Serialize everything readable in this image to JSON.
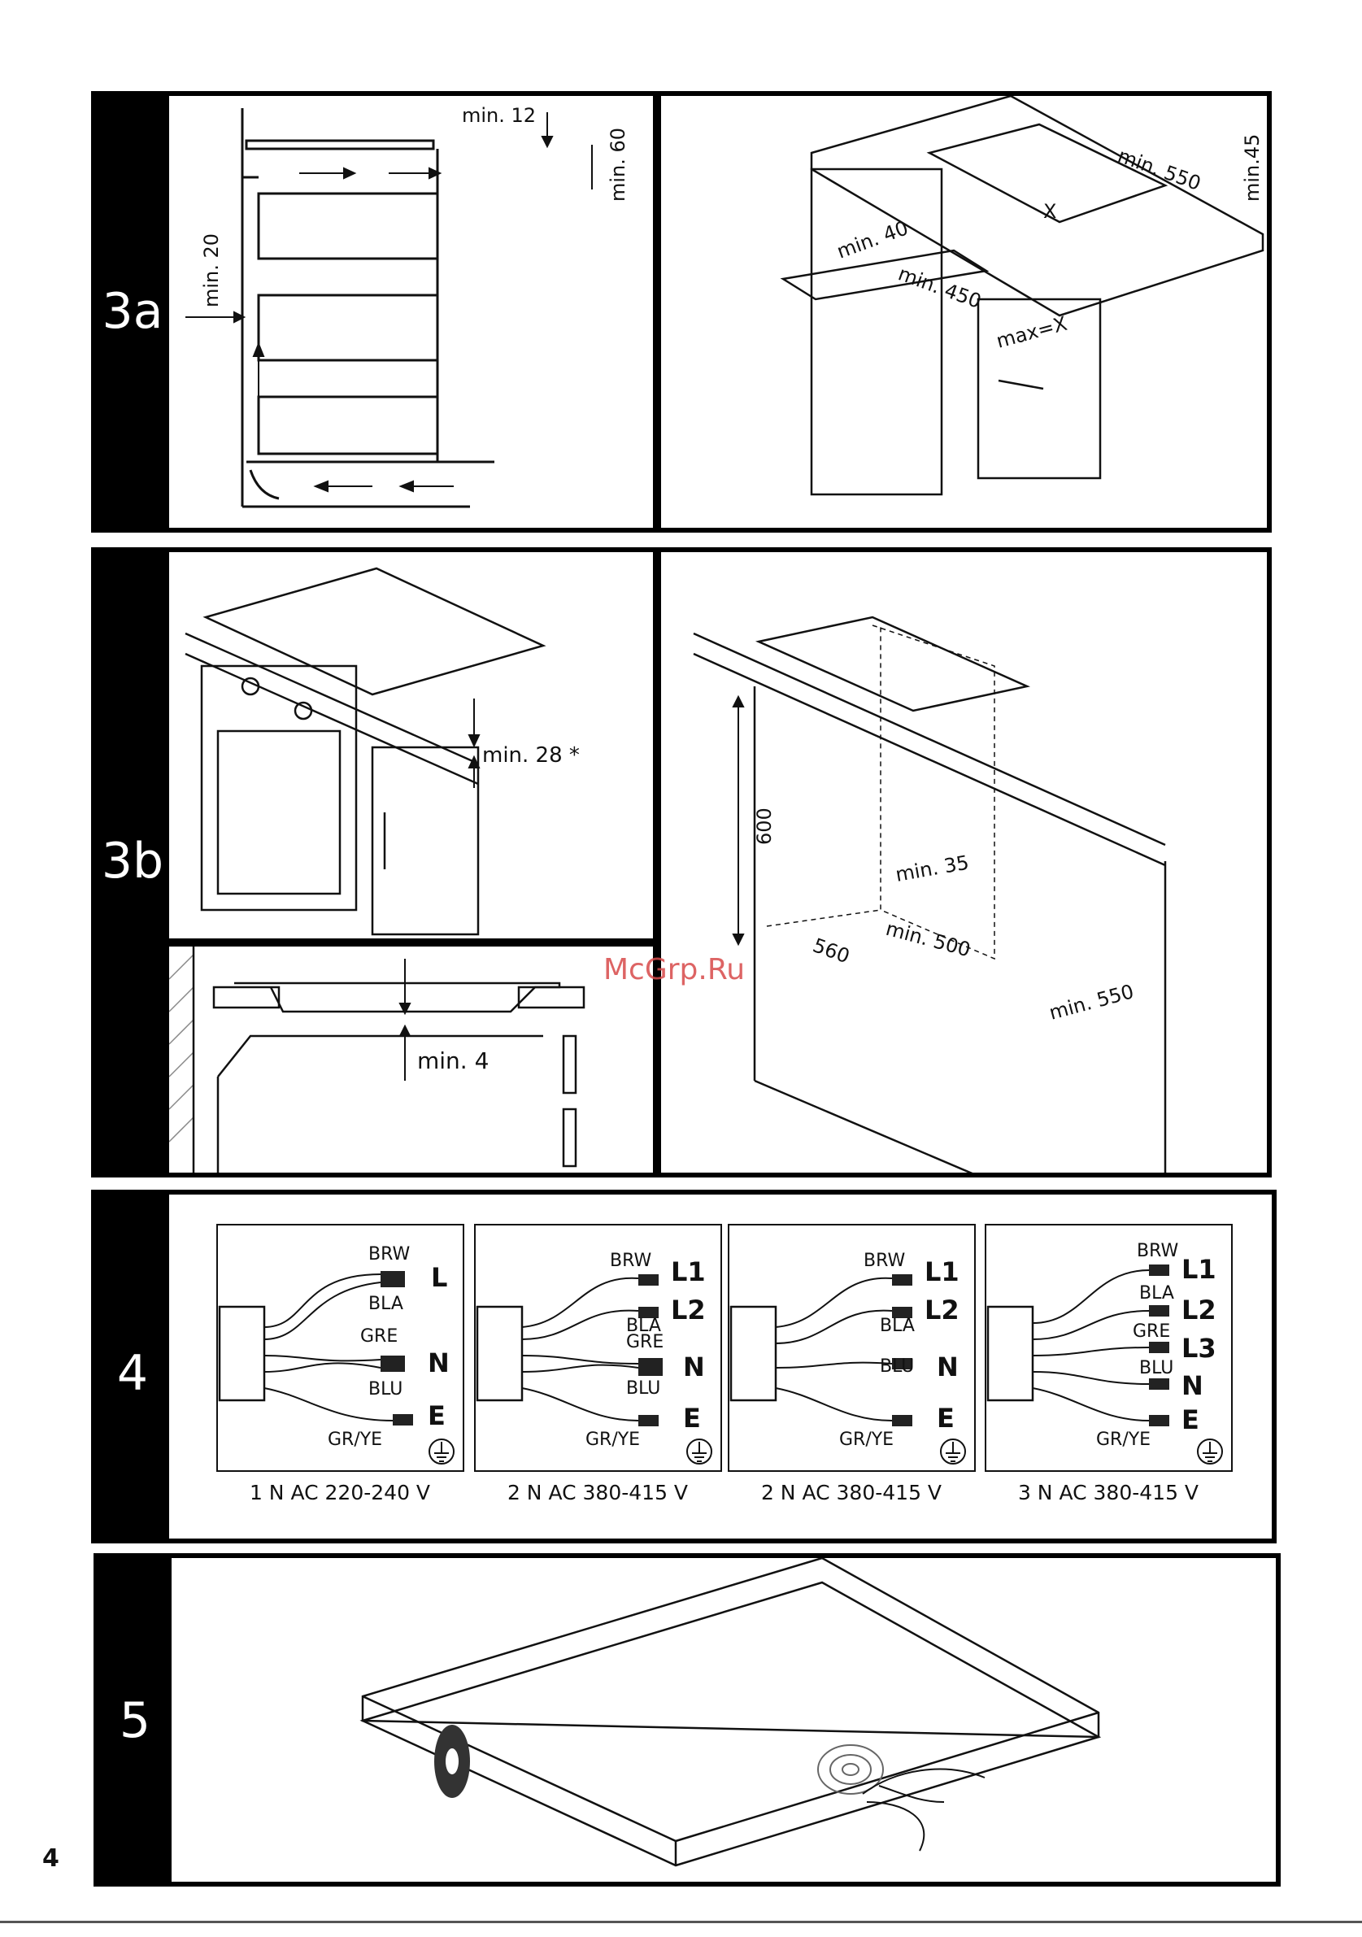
{
  "page_number": "4",
  "watermark": "McGrp.Ru",
  "sections": {
    "s3a": {
      "label": "3a",
      "left_panel": {
        "min12": "min. 12",
        "min60": "min. 60",
        "min20": "min. 20"
      },
      "right_panel": {
        "min550": "min. 550",
        "min45": "min.45",
        "x": "X",
        "min40": "min. 40",
        "min450": "min. 450",
        "maxx": "max=X"
      }
    },
    "s3b": {
      "label": "3b",
      "top_left": {
        "min28": "min. 28 *"
      },
      "bottom_left": {
        "min4": "min. 4"
      },
      "right_panel": {
        "h600": "600",
        "min35": "min. 35",
        "min500": "min. 500",
        "w560": "560",
        "min550": "min. 550"
      }
    },
    "s4": {
      "label": "4",
      "diagrams": [
        {
          "caption": "1 N AC 220-240 V",
          "wires": [
            "BRW",
            "BLA",
            "GRE",
            "BLU",
            "GR/YE"
          ],
          "terminals": [
            "L",
            "N",
            "E"
          ]
        },
        {
          "caption": "2 N AC 380-415 V",
          "wires": [
            "BRW",
            "BLA",
            "GRE",
            "BLU",
            "GR/YE"
          ],
          "terminals": [
            "L1",
            "L2",
            "N",
            "E"
          ]
        },
        {
          "caption": "2 N AC 380-415 V",
          "wires": [
            "BRW",
            "BLA",
            "BLU",
            "GR/YE"
          ],
          "terminals": [
            "L1",
            "L2",
            "N",
            "E"
          ]
        },
        {
          "caption": "3 N AC 380-415 V",
          "wires": [
            "BRW",
            "BLA",
            "GRE",
            "BLU",
            "GR/YE"
          ],
          "terminals": [
            "L1",
            "L2",
            "L3",
            "N",
            "E"
          ]
        }
      ]
    },
    "s5": {
      "label": "5"
    }
  },
  "colors": {
    "frame": "#000000",
    "line": "#111111",
    "hatch": "#888888",
    "watermark": "#d84a4a"
  }
}
